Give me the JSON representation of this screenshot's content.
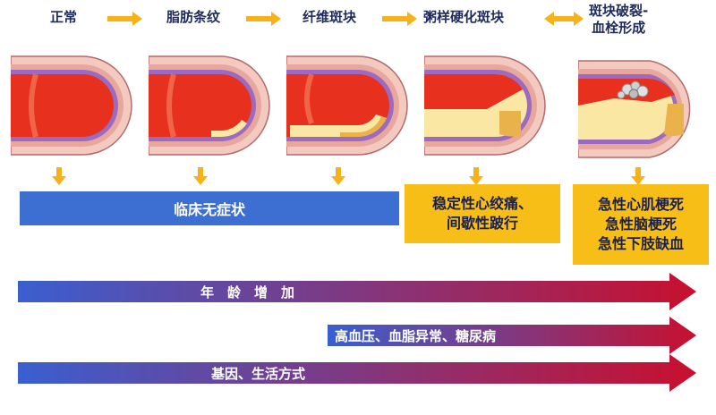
{
  "stages": [
    {
      "label": "正常"
    },
    {
      "label": "脂肪条纹"
    },
    {
      "label": "纤维斑块"
    },
    {
      "label": "粥样硬化斑块"
    },
    {
      "label_line1": "斑块破裂-",
      "label_line2": "血栓形成"
    }
  ],
  "outcomes": {
    "asymptomatic": "临床无症状",
    "stable": [
      "稳定性心绞痛、",
      "间歇性跛行"
    ],
    "acute": [
      "急性心肌梗死",
      "急性脑梗死",
      "急性下肢缺血"
    ]
  },
  "factors": {
    "age": "年　龄　增　加",
    "disease": "高血压、血脂异常、糖尿病",
    "lifestyle": "基因、生活方式"
  },
  "colors": {
    "arrow_yellow": "#f7b21a",
    "box_yellow": "#f7be18",
    "bar_blue": "#3c6fd1",
    "gradient_start": "#3a5fd0",
    "gradient_end": "#c8102e",
    "vessel_wall": "#f3c9c0",
    "lumen_red": "#e8301f",
    "plaque_yellow": "#fbe7a4"
  }
}
